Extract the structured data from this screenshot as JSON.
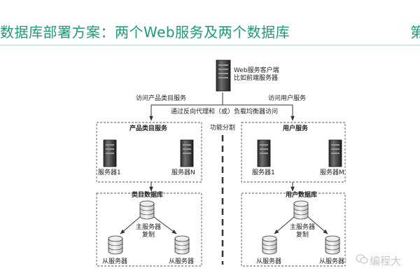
{
  "title": "数据库部署方案：两个Web服务及两个数据库",
  "title_edge_mark": "第",
  "client": {
    "line1": "Web服务客户端",
    "line2": "比如前端服务器"
  },
  "left_access_label": "访问产品类目服务",
  "right_access_label": "访问用户服务",
  "proxy_label": "通过反向代理和（或）负载均衡器访问",
  "split_label": "功能分割",
  "left_service": {
    "title": "产品类目服务",
    "server1": "服务器1",
    "serverN": "服务器N"
  },
  "right_service": {
    "title": "用户服务",
    "server1": "服务器1",
    "serverM": "服务器M"
  },
  "left_db": {
    "title": "类目数据库",
    "master_line1": "主服务器",
    "master_line2": "复制",
    "slave1": "从服务器",
    "slave2": "从服务器"
  },
  "right_db": {
    "title": "用户数据库",
    "master_line1": "主服务器",
    "master_line2": "复制",
    "slave1": "从服务器",
    "slave2": "从服务器"
  },
  "watermark": "编程大",
  "colors": {
    "title": "#1f9a74",
    "line": "#333333",
    "dash": "#555555"
  }
}
